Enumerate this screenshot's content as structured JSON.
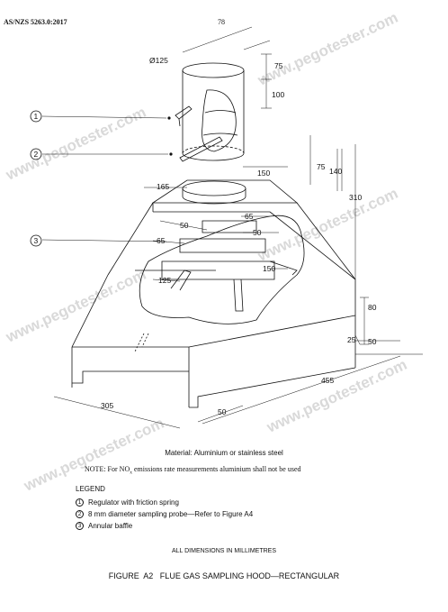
{
  "header": {
    "standard": "AS/NZS 5263.0:2017",
    "page_number": "78"
  },
  "dimensions": {
    "d_pipe": "Ø125",
    "d75_top": "75",
    "d100": "100",
    "d150": "150",
    "d75_mid": "75",
    "d140": "140",
    "d310": "310",
    "d165": "165",
    "d50_a": "50",
    "d65_a": "65",
    "d65_b": "65",
    "d50_b": "50",
    "d150_b": "150",
    "d125": "125",
    "d80": "80",
    "d25": "25",
    "d50_c": "50",
    "d455": "455",
    "d305": "305",
    "d50_d": "50"
  },
  "callouts": [
    "1",
    "2",
    "3"
  ],
  "watermark": "www.pegotester.com",
  "material": "Material: Aluminium or stainless steel",
  "note": {
    "prefix": "NOTE: For NO",
    "sub": "x",
    "suffix": " emissions rate measurements aluminium shall not be used"
  },
  "legend": {
    "title": "LEGEND",
    "items": [
      {
        "num": "1",
        "text": "Regulator with friction spring"
      },
      {
        "num": "2",
        "text": "8 mm diameter sampling probe—Refer to Figure A4"
      },
      {
        "num": "3",
        "text": "Annular baffle"
      }
    ]
  },
  "all_dimensions": "ALL DIMENSIONS IN MILLIMETRES",
  "figure_caption": "FIGURE  A2   FLUE GAS SAMPLING HOOD—RECTANGULAR"
}
